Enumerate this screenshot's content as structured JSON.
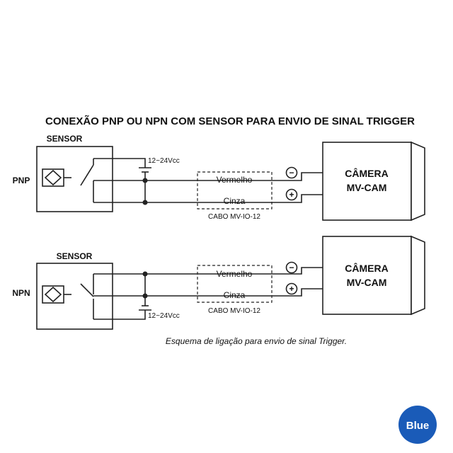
{
  "title": "CONEXÃO PNP OU NPN COM SENSOR PARA ENVIO DE SINAL TRIGGER",
  "diagrams": [
    {
      "type_label": "PNP",
      "sensor_label": "SENSOR",
      "supply_label": "12~24Vcc",
      "wire1": "Vermelho",
      "wire2": "Cinza",
      "cable_label": "CABO MV-IO-12",
      "camera_line1": "CÂMERA",
      "camera_line2": "MV-CAM",
      "minus": "−",
      "plus": "+"
    },
    {
      "type_label": "NPN",
      "sensor_label": "SENSOR",
      "supply_label": "12~24Vcc",
      "wire1": "Vermelho",
      "wire2": "Cinza",
      "cable_label": "CABO MV-IO-12",
      "camera_line1": "CÂMERA",
      "camera_line2": "MV-CAM",
      "minus": "−",
      "plus": "+"
    }
  ],
  "caption": "Esquema de ligação para envio de sinal Trigger.",
  "badge": {
    "text": "Blue",
    "color": "#1a5bb8"
  }
}
